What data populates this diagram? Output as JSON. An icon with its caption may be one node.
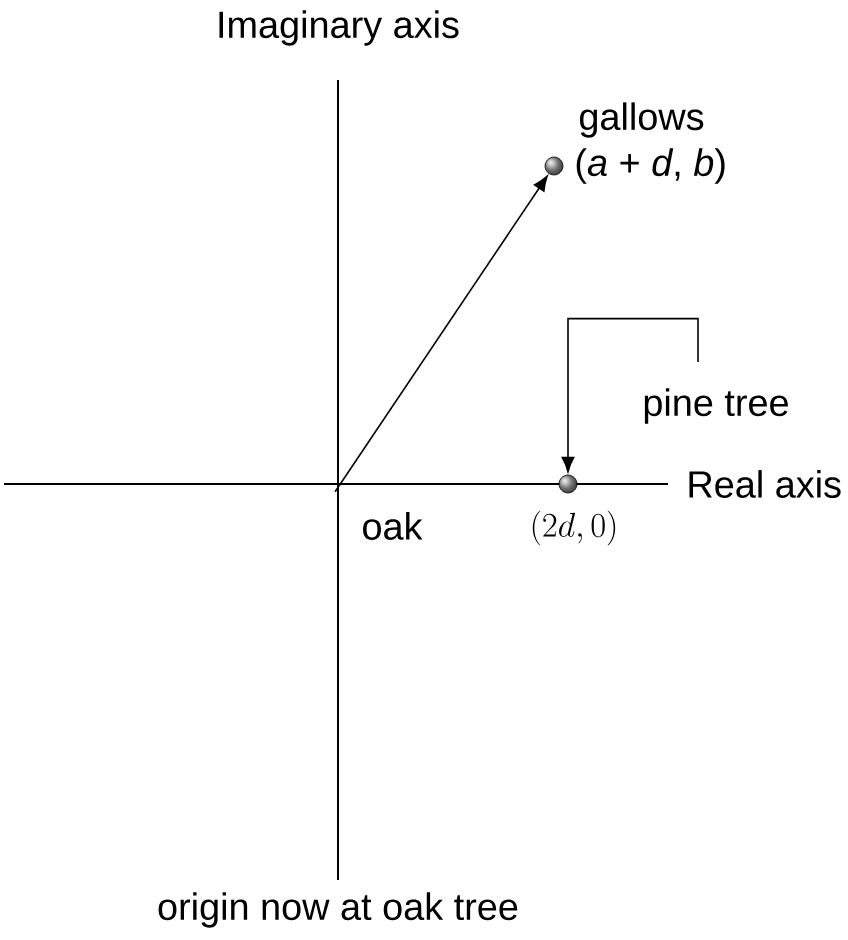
{
  "diagram": {
    "nodes": [
      {
        "text": [
          "oak"
        ]
      },
      {
        "text": [],
        "shape": "circle",
        "beside": [
          "gallows",
          "(*a* + *d*, *b*)"
        ]
      },
      {
        "text": [],
        "shape": "circle",
        "beside": [
          "(2d, 0)"
        ]
      },
      {
        "text": [
          "pine tree"
        ]
      }
    ],
    "edges": [
      {
        "from": 0,
        "to": 1,
        "arrow": "to"
      },
      {
        "from": 3,
        "to": 2,
        "arrow": "to"
      }
    ],
    "labels": [
      "Imaginary axis",
      "Real axis",
      "origin now at oak tree"
    ]
  }
}
